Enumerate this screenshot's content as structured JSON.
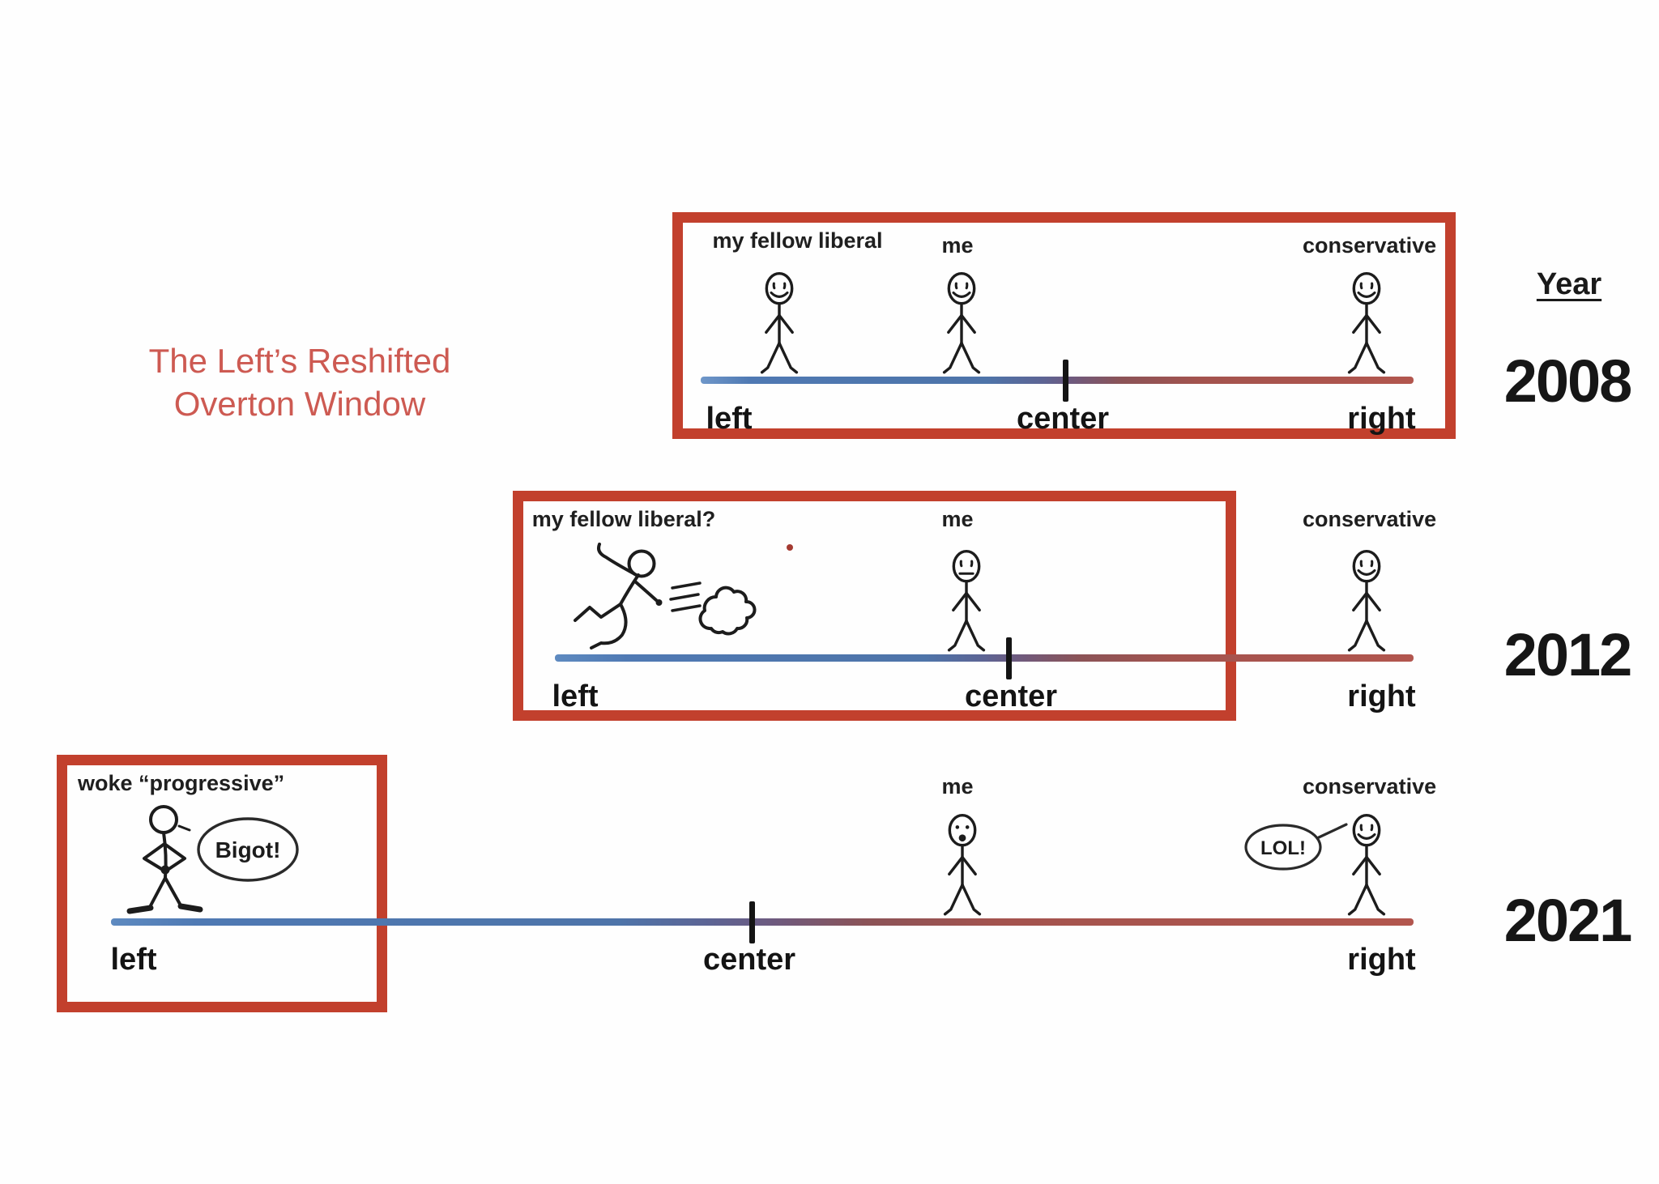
{
  "colors": {
    "box_border": "#c2402d",
    "title_red": "#cd5a52",
    "spectrum_blue": "#4f79b3",
    "spectrum_red": "#b2564e",
    "text": "#1a1a1a"
  },
  "title": {
    "line1": "The Left’s Reshifted",
    "line2": "Overton Window"
  },
  "year_column": {
    "header": "Year"
  },
  "rows": [
    {
      "year": "2008",
      "figures": {
        "liberal": {
          "label": "my fellow liberal",
          "icon": "smiley-stick-figure"
        },
        "me": {
          "label": "me",
          "icon": "smiley-stick-figure"
        },
        "conservative": {
          "label": "conservative",
          "icon": "smiley-stick-figure"
        }
      },
      "labels": {
        "left": "left",
        "center": "center",
        "right": "right"
      }
    },
    {
      "year": "2012",
      "figures": {
        "liberal": {
          "label": "my fellow liberal?",
          "icon": "running-away-stick-figure"
        },
        "me": {
          "label": "me",
          "icon": "neutral-face-stick-figure"
        },
        "conservative": {
          "label": "conservative",
          "icon": "smiley-stick-figure"
        }
      },
      "labels": {
        "left": "left",
        "center": "center",
        "right": "right"
      }
    },
    {
      "year": "2021",
      "figures": {
        "liberal": {
          "label": "woke “progressive”",
          "icon": "hands-on-hips-stick-figure",
          "speech": "Bigot!"
        },
        "me": {
          "label": "me",
          "icon": "shocked-stick-figure"
        },
        "conservative": {
          "label": "conservative",
          "icon": "smiley-stick-figure",
          "speech": "LOL!"
        }
      },
      "labels": {
        "left": "left",
        "center": "center",
        "right": "right"
      }
    }
  ]
}
